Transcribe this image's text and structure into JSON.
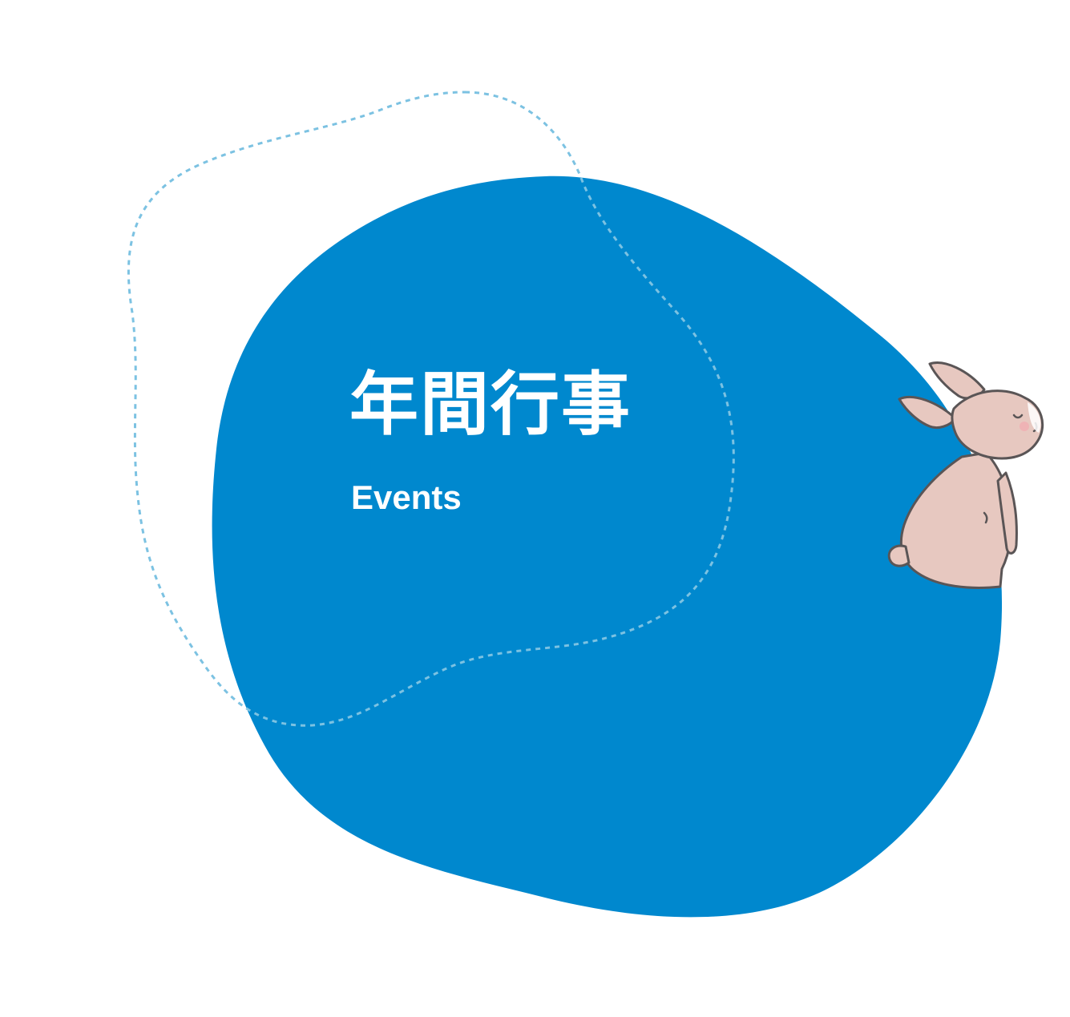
{
  "heading": {
    "title_jp": "年間行事",
    "title_en": "Events"
  },
  "colors": {
    "blob": "#0088ce",
    "dashed_outline": "#7cc2e2",
    "text": "#ffffff",
    "rabbit_fur": "#e7c8c0",
    "rabbit_outline": "#5a5556"
  },
  "icons": {
    "mascot": "rabbit-illustration"
  }
}
